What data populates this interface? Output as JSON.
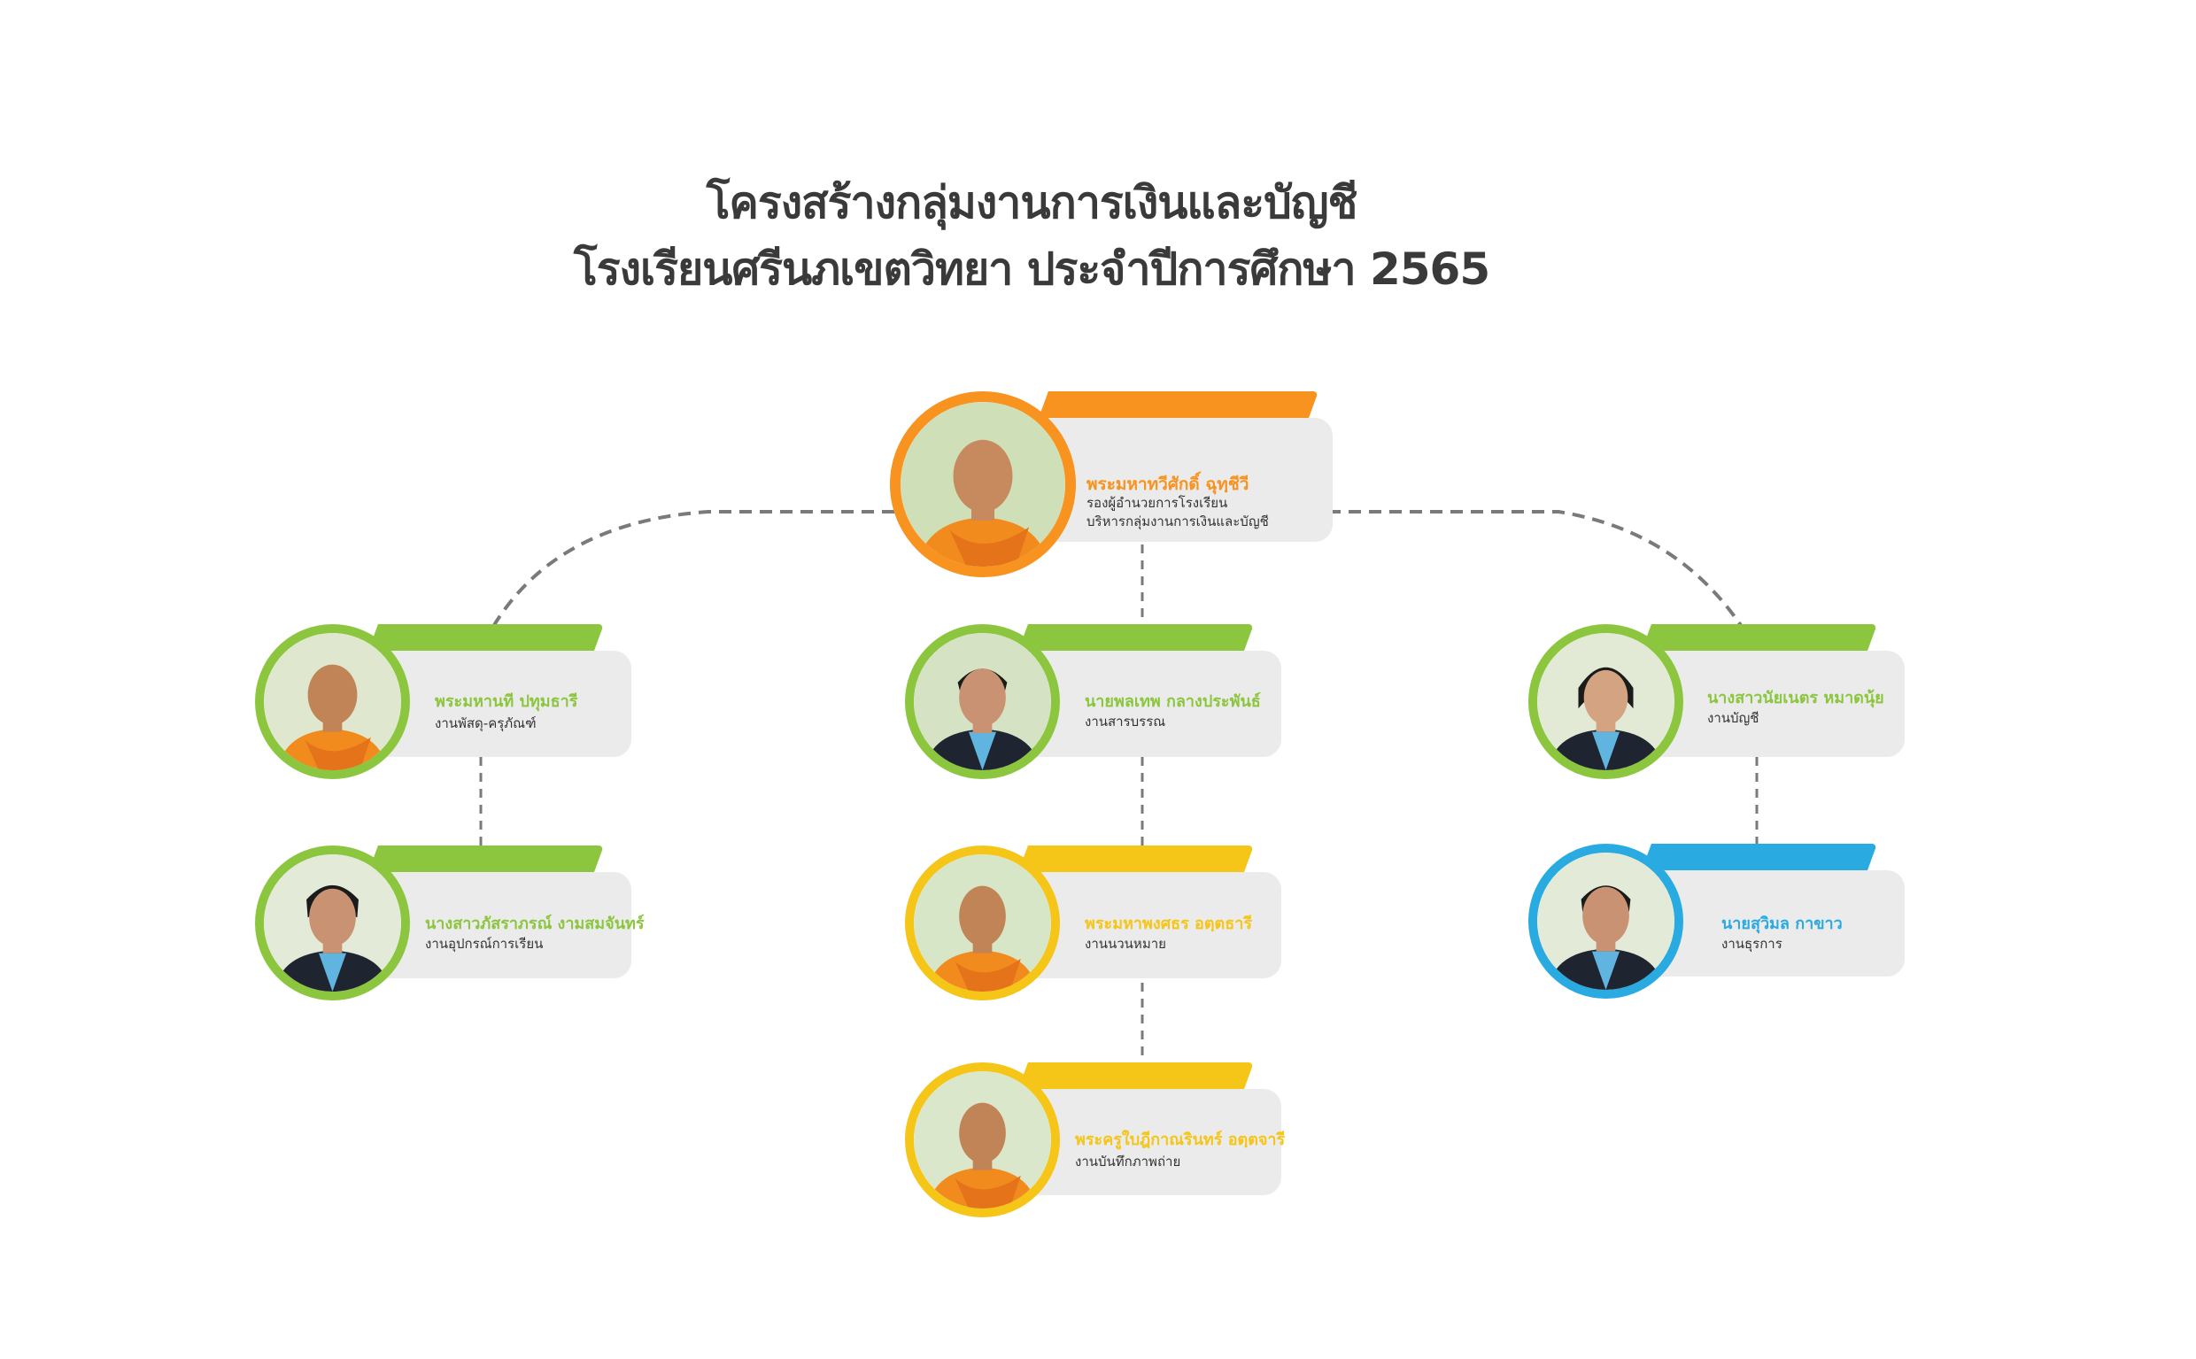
{
  "title": {
    "line1": "โครงสร้างกลุ่มงานการเงินและบัญชี",
    "line2": "โรงเรียนศรีนภเขตวิทยา ประจำปีการศึกษา 2565"
  },
  "colors": {
    "orange": "#f7931e",
    "green": "#8cc63f",
    "yellow": "#f5c518",
    "blue": "#29abe2",
    "card": "#ebebeb",
    "connector": "#7a7a7a"
  },
  "members": {
    "head": {
      "name": "พระมหาทวีศักดิ์ ฉุทฺชีวี",
      "role1": "รองผู้อำนวยการโรงเรียน",
      "role2": "บริหารกลุ่มงานการเงินและบัญชี",
      "photo_icon": "monk-portrait-icon"
    },
    "left1": {
      "name": "พระมหานที ปทุมธารี",
      "role1": "งานพัสดุ-ครุภัณฑ์",
      "photo_icon": "monk-portrait-icon"
    },
    "left2": {
      "name": "นางสาวภัสราภรณ์ งามสมจันทร์",
      "role1": "งานอุปกรณ์การเรียน",
      "photo_icon": "teacher-portrait-icon"
    },
    "center1": {
      "name": "นายพลเทพ กลางประพันธ์",
      "role1": "งานสารบรรณ",
      "photo_icon": "teacher-portrait-icon"
    },
    "center2": {
      "name": "พระมหาพงศธร อตฺตธารี",
      "role1": "งานนวนหมาย",
      "photo_icon": "monk-portrait-icon"
    },
    "center3": {
      "name": "พระครูใบฎีกาณรินทร์ อตฺตจารี",
      "role1": "งานบันทึกภาพถ่าย",
      "photo_icon": "monk-portrait-icon"
    },
    "right1": {
      "name": "นางสาวนัยเนตร หมาดนุ้ย",
      "role1": "งานบัญชี",
      "photo_icon": "teacher-portrait-icon"
    },
    "right2": {
      "name": "นายสุวิมล กาขาว",
      "role1": "งานธุรการ",
      "photo_icon": "teacher-portrait-icon"
    }
  }
}
